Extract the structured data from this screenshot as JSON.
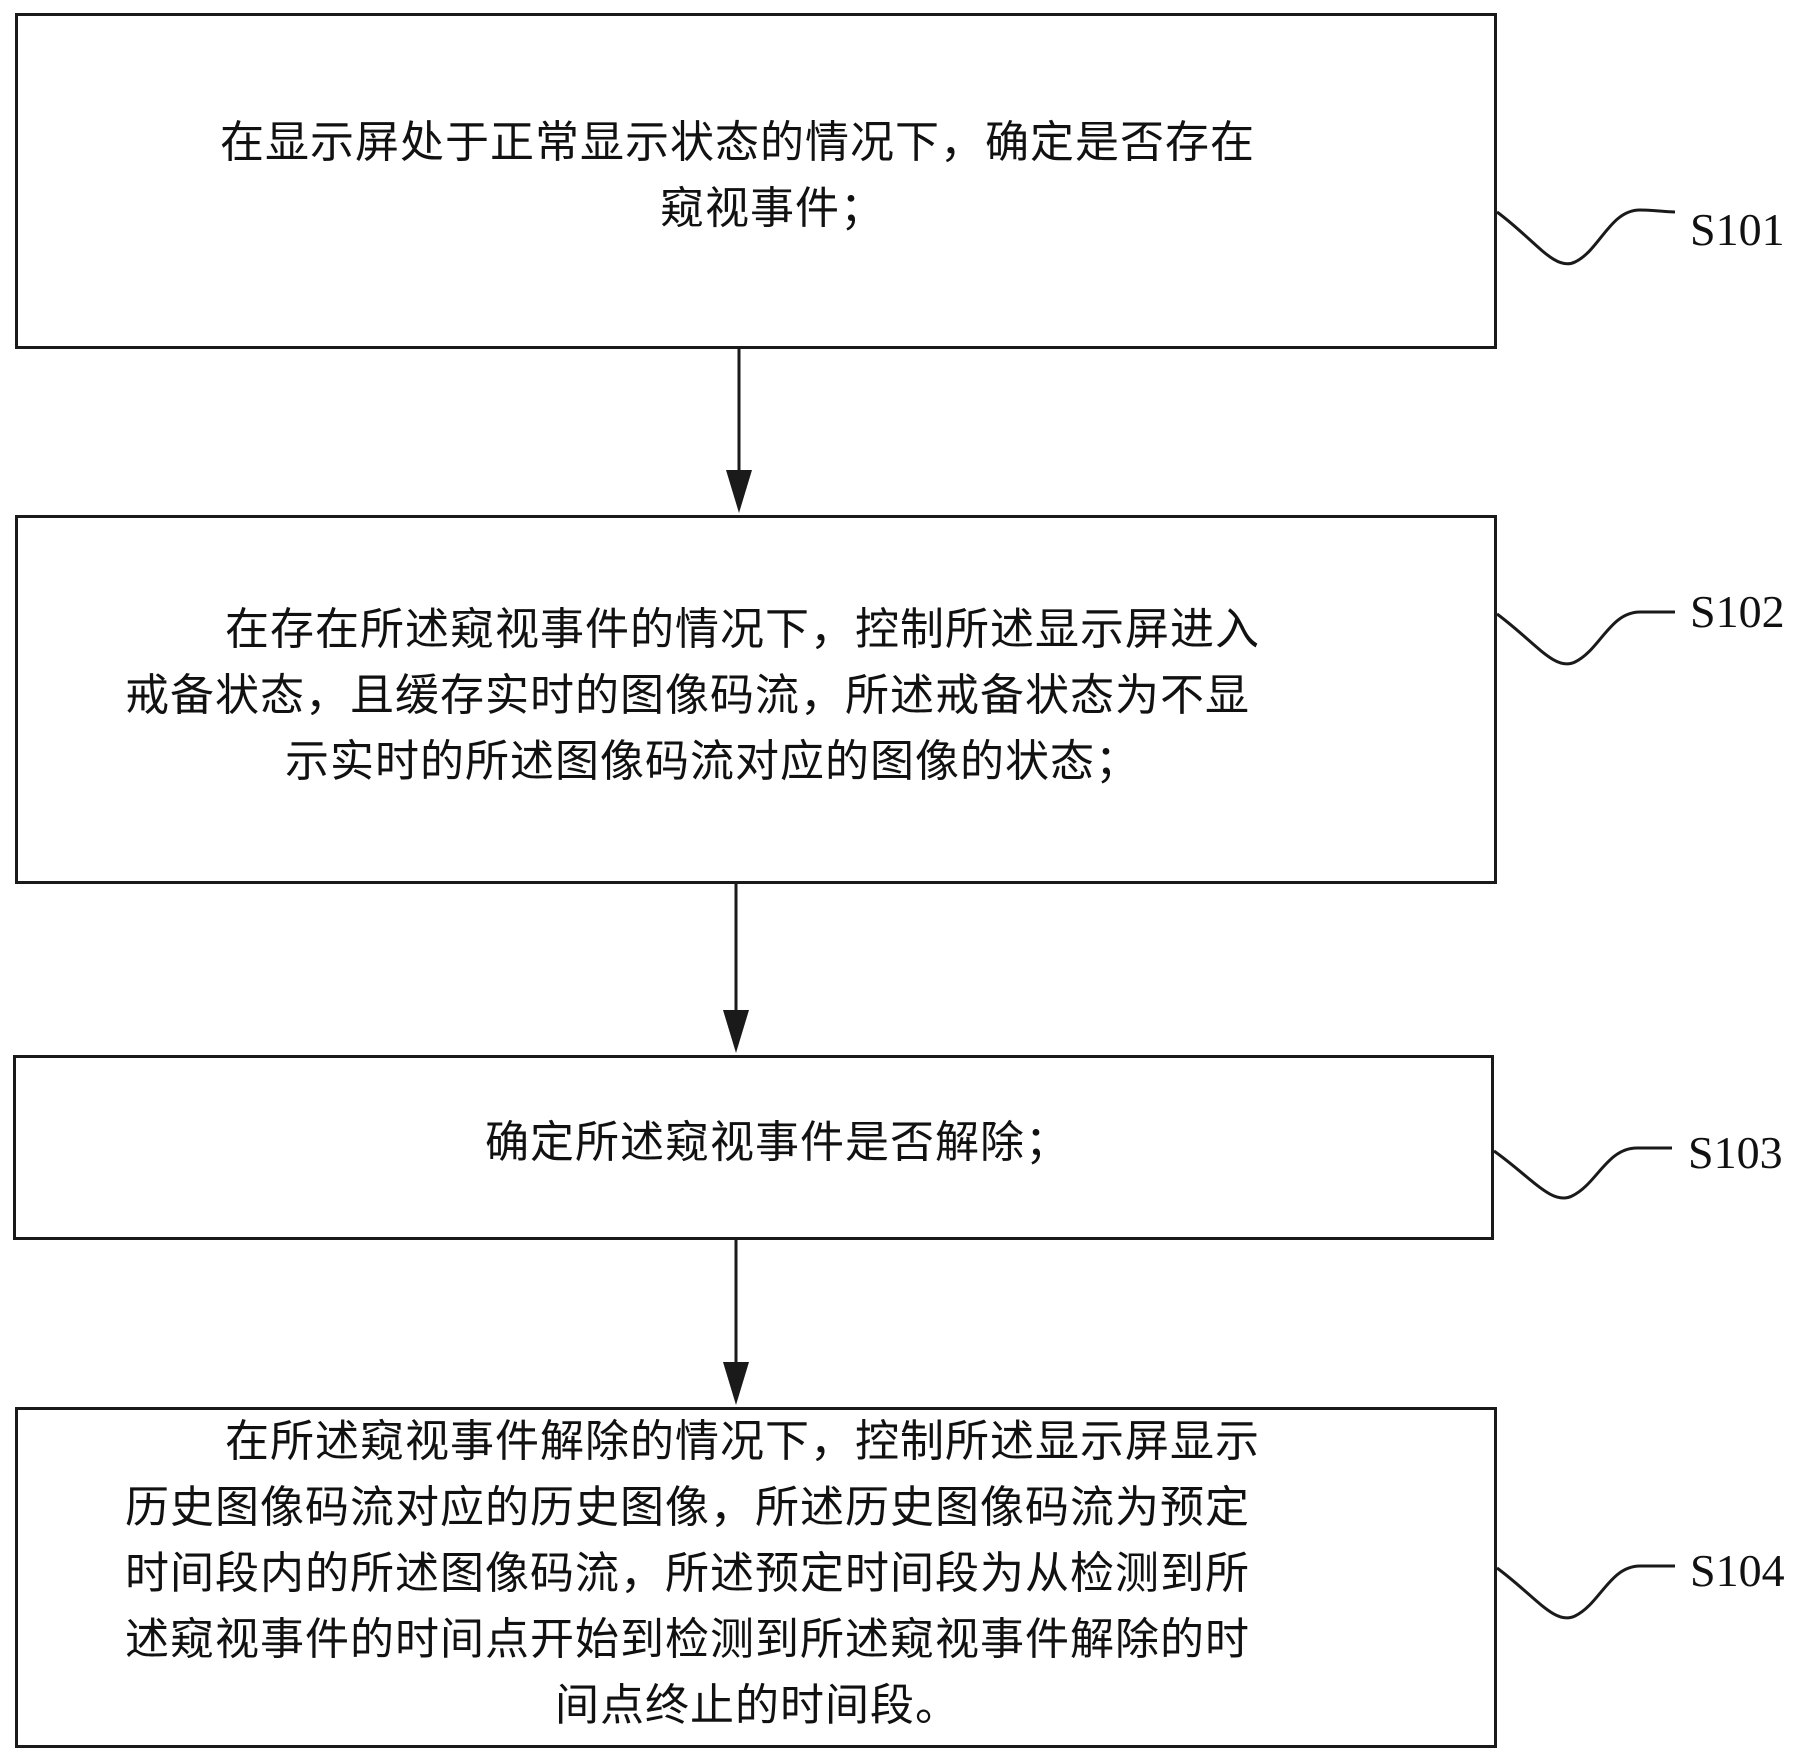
{
  "steps": [
    {
      "id": "S101",
      "label": "S101",
      "lines": [
        "在显示屏处于正常显示状态的情况下，确定是否存在",
        "窥视事件；"
      ]
    },
    {
      "id": "S102",
      "label": "S102",
      "lines": [
        "在存在所述窥视事件的情况下，控制所述显示屏进入",
        "戒备状态，且缓存实时的图像码流，所述戒备状态为不显",
        "示实时的所述图像码流对应的图像的状态；"
      ]
    },
    {
      "id": "S103",
      "label": "S103",
      "lines": [
        "确定所述窥视事件是否解除；"
      ]
    },
    {
      "id": "S104",
      "label": "S104",
      "lines": [
        "在所述窥视事件解除的情况下，控制所述显示屏显示",
        "历史图像码流对应的历史图像，所述历史图像码流为预定",
        "时间段内的所述图像码流，所述预定时间段为从检测到所",
        "述窥视事件的时间点开始到检测到所述窥视事件解除的时",
        "间点终止的时间段。"
      ]
    }
  ]
}
